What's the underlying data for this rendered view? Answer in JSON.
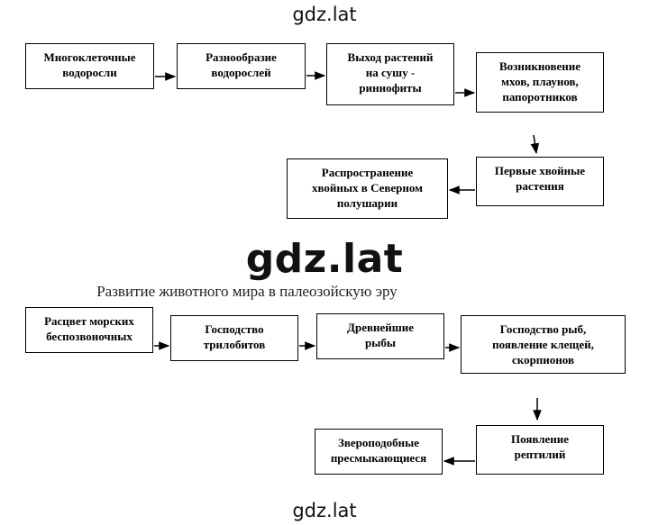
{
  "watermarks": {
    "top": "gdz.lat",
    "middle": "gdz.lat",
    "bottom": "gdz.lat"
  },
  "plants": {
    "boxes": [
      "Многоклеточные\nводоросли",
      "Разнообразие\nводорослей",
      "Выход растений\nна сушу -\nриниофиты",
      "Возникновение\nмхов, плаунов,\nпапоротников",
      "Первые хвойные\nрастения",
      "Распространение\nхвойных в Северном\nполушарии"
    ]
  },
  "animals": {
    "title": "Развитие животного мира в палеозойскую эру",
    "boxes": [
      "Расцвет морских\nбеспозвоночных",
      "Господство\nтрилобитов",
      "Древнейшие\nрыбы",
      "Господство рыб,\nпоявление клещей,\nскорпионов",
      "Появление\nрептилий",
      "Звероподобные\nпресмыкающиеся"
    ]
  }
}
